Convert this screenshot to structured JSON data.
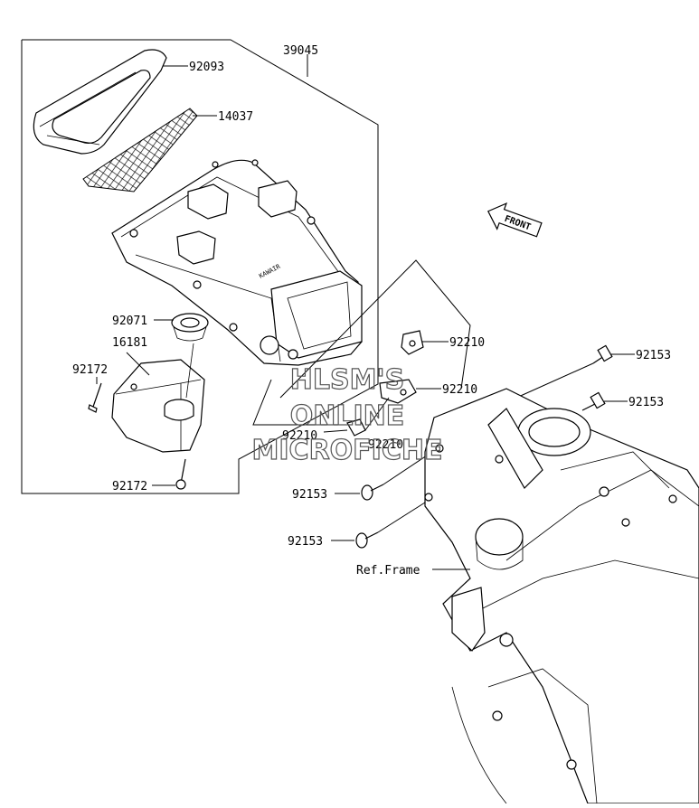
{
  "diagram": {
    "assembly_number": "39045",
    "front_label": "FRONT",
    "ref_frame_label": "Ref.Frame",
    "bodywork_text": "KAWAIR",
    "watermark": [
      "HLSM'S",
      "ONLINE",
      "MICROFICHE"
    ],
    "callouts": [
      {
        "id": "c1",
        "label": "92093"
      },
      {
        "id": "c2",
        "label": "14037"
      },
      {
        "id": "c3",
        "label": "92071"
      },
      {
        "id": "c4",
        "label": "16181"
      },
      {
        "id": "c5",
        "label": "92172"
      },
      {
        "id": "c6",
        "label": "92172"
      },
      {
        "id": "c7",
        "label": "92210"
      },
      {
        "id": "c8",
        "label": "92210"
      },
      {
        "id": "c9",
        "label": "92210"
      },
      {
        "id": "c10",
        "label": "92210"
      },
      {
        "id": "c11",
        "label": "92153"
      },
      {
        "id": "c12",
        "label": "92153"
      },
      {
        "id": "c13",
        "label": "92153"
      },
      {
        "id": "c14",
        "label": "92153"
      }
    ]
  }
}
